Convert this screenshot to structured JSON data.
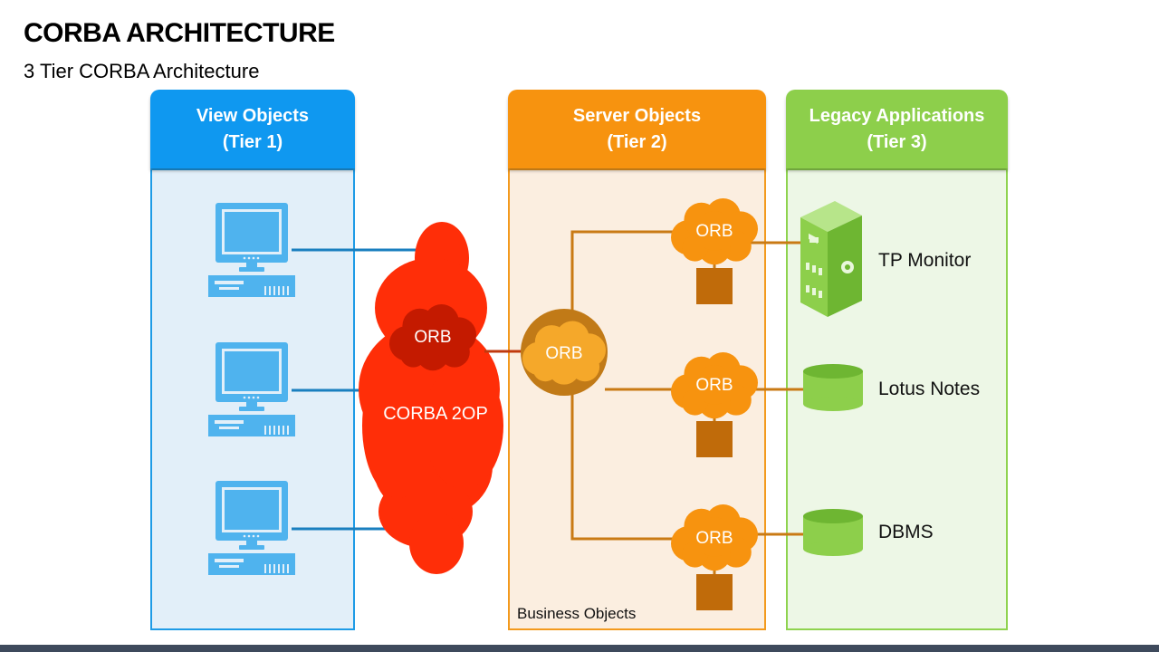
{
  "slide": {
    "title": "CORBA ARCHITECTURE",
    "subtitle": "3 Tier CORBA Architecture"
  },
  "tiers": [
    {
      "name": "View Objects",
      "tier": "(Tier 1)",
      "color": "#0f98f0"
    },
    {
      "name": "Server Objects",
      "tier": "(Tier 2)",
      "color": "#f7930f"
    },
    {
      "name": "Legacy Applications",
      "tier": "(Tier 3)",
      "color": "#8dcf4b"
    }
  ],
  "network": {
    "label": "CORBA 2OP",
    "orb_label": "ORB",
    "color": "#ff2e08"
  },
  "server": {
    "hub_label": "ORB",
    "orb_label": "ORB",
    "footer": "Business Objects",
    "line_color": "#c97a14"
  },
  "legacy": {
    "items": [
      "TP Monitor",
      "Lotus Notes",
      "DBMS"
    ]
  }
}
